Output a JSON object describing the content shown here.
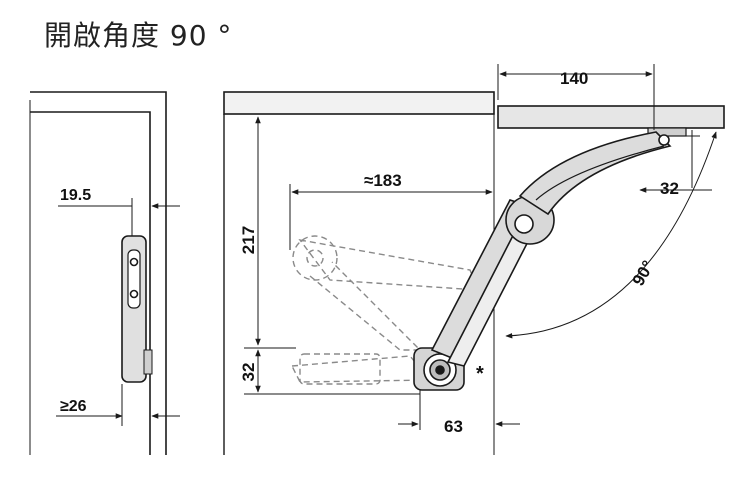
{
  "title": "開啟角度 90 °",
  "dimensions": {
    "d140": "140",
    "d183": "≈183",
    "d217": "217",
    "d32_bottom": "32",
    "d32_right": "32",
    "d90": "90°",
    "d63": "63",
    "d19_5": "19.5",
    "d26": "≥26",
    "asterisk": "*"
  },
  "colors": {
    "line": "#1a1a1a",
    "dashed": "#555555",
    "ghost": "#9a9a9a",
    "panel_fill": "#e6e6e6",
    "hinge_fill": "#d0d0d0"
  }
}
